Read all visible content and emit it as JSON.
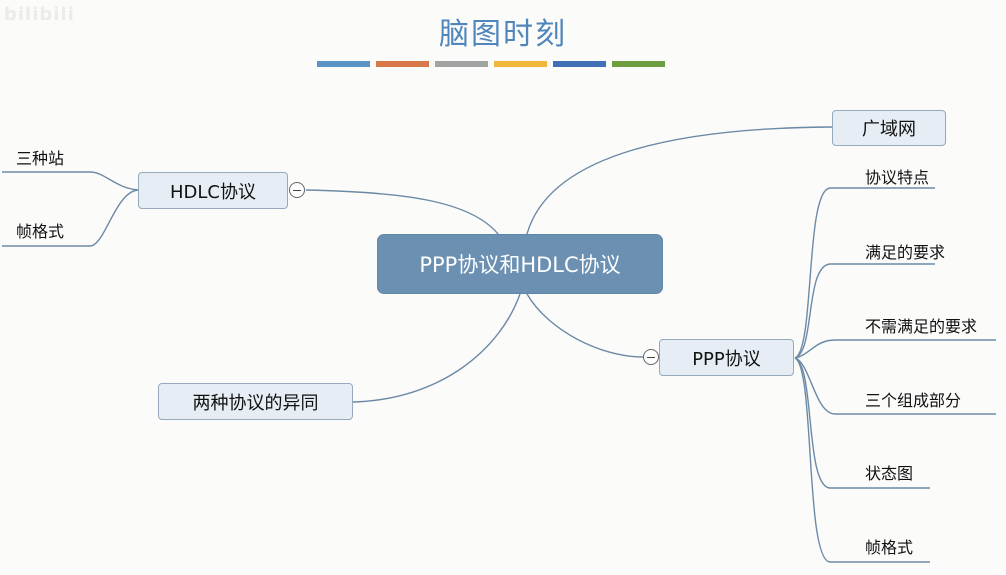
{
  "watermark": "bilibili",
  "title": "脑图时刻",
  "color_bar": [
    "#5b93c6",
    "#d9794a",
    "#a3a3a3",
    "#f0b73a",
    "#3f6fb4",
    "#6d9e3e"
  ],
  "central": "PPP协议和HDLC协议",
  "branches": {
    "hdlc": {
      "label": "HDLC协议",
      "children": [
        "三种站",
        "帧格式"
      ]
    },
    "wan": {
      "label": "广域网"
    },
    "compare": {
      "label": "两种协议的异同"
    },
    "ppp": {
      "label": "PPP协议",
      "children": [
        "协议特点",
        "满足的要求",
        "不需满足的要求",
        "三个组成部分",
        "状态图",
        "帧格式"
      ]
    }
  }
}
